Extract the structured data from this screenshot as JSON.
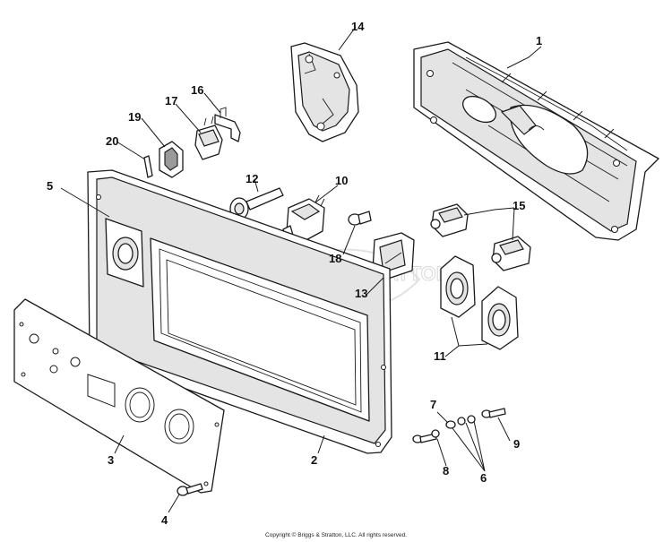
{
  "callouts": {
    "c1": "1",
    "c2": "2",
    "c3": "3",
    "c4": "4",
    "c5": "5",
    "c6": "6",
    "c7": "7",
    "c8": "8",
    "c9": "9",
    "c10": "10",
    "c11": "11",
    "c12": "12",
    "c13": "13",
    "c14": "14",
    "c15": "15",
    "c16": "16",
    "c17": "17",
    "c18": "18",
    "c19": "19",
    "c20": "20"
  },
  "watermark": "BRIGGS & STRATTON",
  "copyright": "Copyright © Briggs & Stratton, LLC. All rights reserved."
}
